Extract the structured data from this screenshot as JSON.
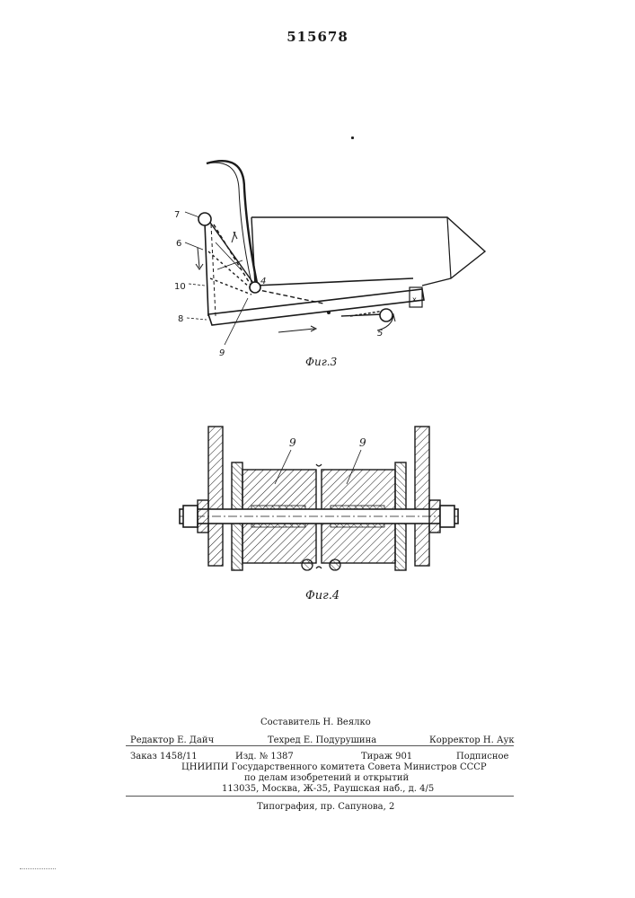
{
  "header": {
    "patent_number": "515678"
  },
  "figure3": {
    "caption": "Фиг.3",
    "labels": {
      "l7": "7",
      "l6": "6",
      "l10": "10",
      "l8": "8",
      "l9": "9",
      "l4": "4",
      "l5": "5",
      "lx": "x"
    }
  },
  "figure4": {
    "caption": "Фиг.4",
    "labels": {
      "left9": "9",
      "right9": "9"
    }
  },
  "imprint": {
    "compiler": "Составитель Н. Веялко",
    "editor": "Редактор Е. Дайч",
    "techred": "Техред Е. Подурушина",
    "corrector": "Корректор Н. Аук",
    "order": "Заказ 1458/11",
    "edition": "Изд. № 1387",
    "circulation": "Тираж 901",
    "subscription": "Подписное",
    "org_line1": "ЦНИИПИ Государственного комитета Совета Министров СССР",
    "org_line2": "по делам изобретений и открытий",
    "address": "113035, Москва, Ж-35, Раушская наб., д. 4/5",
    "printing": "Типография, пр. Сапунова, 2"
  }
}
